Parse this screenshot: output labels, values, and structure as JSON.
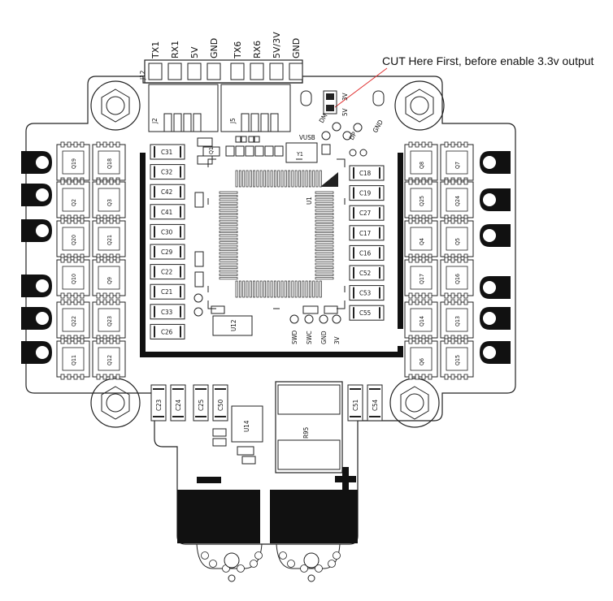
{
  "annotation": {
    "text": "CUT  Here First, before enable 3.3v output",
    "line_color": "#e03030"
  },
  "header_pins": {
    "j12_label": "J12",
    "j2_label": "J2",
    "j5_label": "J5",
    "labels": [
      "TX1",
      "RX1",
      "5V",
      "GND",
      "TX6",
      "RX6",
      "5V/3V",
      "GND"
    ]
  },
  "jumper": {
    "label_3v": "3V",
    "label_5v": "5V"
  },
  "usb_pads": {
    "labels": [
      "DM",
      "DP",
      "GND"
    ],
    "vusb": "VUSB"
  },
  "swd_pads": [
    "SWD",
    "SWC",
    "GND",
    "3V"
  ],
  "capacitors": {
    "left_column": [
      "C31",
      "C32",
      "C42",
      "C41",
      "C30",
      "C29",
      "C22",
      "C21",
      "C33",
      "C26"
    ],
    "right_column": [
      "C18",
      "C19",
      "C27",
      "C17",
      "C16",
      "C52",
      "C53",
      "C55"
    ],
    "bottom_left": [
      "C23",
      "C24",
      "C25",
      "C50"
    ],
    "bottom_right": [
      "C51",
      "C54"
    ]
  },
  "mosfets": {
    "left_outer": [
      "Q19",
      "Q2",
      "Q20",
      "Q10",
      "Q22",
      "Q11"
    ],
    "left_inner": [
      "Q18",
      "Q3",
      "Q21",
      "Q9",
      "Q23",
      "Q12"
    ],
    "right_inner": [
      "Q8",
      "Q25",
      "Q4",
      "Q17",
      "Q14",
      "Q6"
    ],
    "right_outer": [
      "Q7",
      "Q24",
      "Q5",
      "Q16",
      "Q13",
      "Q15"
    ]
  },
  "chips": {
    "mcu": "U1",
    "u12": "U12",
    "u14": "U14",
    "q1": "Q1",
    "y1": "Y1"
  },
  "shunt": "R95",
  "polarity": {
    "negative": "−",
    "positive": "+"
  }
}
